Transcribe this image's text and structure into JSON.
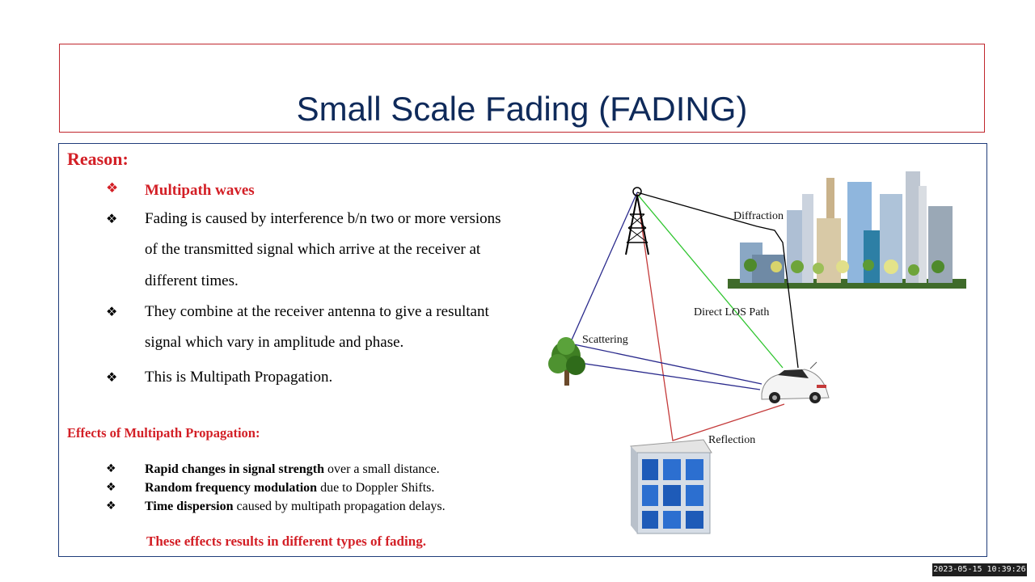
{
  "title": "Small Scale Fading (FADING)",
  "reason": {
    "heading": "Reason:",
    "bullets": [
      {
        "lines": [
          "Multipath waves"
        ]
      },
      {
        "lines": [
          "Fading is caused by interference b/n two or more versions",
          "of the transmitted signal which arrive at the receiver at",
          "different times."
        ]
      },
      {
        "lines": [
          "They combine at the receiver antenna to give a resultant",
          "signal which vary in amplitude and phase."
        ]
      },
      {
        "lines": [
          "This is Multipath Propagation."
        ]
      }
    ]
  },
  "effects": {
    "heading": "Effects of Multipath Propagation:",
    "items": [
      {
        "bold": "Rapid changes in signal strength",
        "rest": " over a small distance."
      },
      {
        "bold": "Random frequency modulation",
        "rest": " due to Doppler Shifts."
      },
      {
        "bold": "Time dispersion",
        "rest": " caused by multipath propagation delays."
      }
    ],
    "conclusion": "These effects results in different types of fading."
  },
  "diagram": {
    "labels": {
      "diffraction": "Diffraction",
      "direct_los": "Direct LOS Path",
      "scattering": "Scattering",
      "reflection": "Reflection"
    },
    "colors": {
      "los": "#2fc52f",
      "reflection": "#c43a3a",
      "scattering": "#2a2a8c",
      "diffraction": "#000000"
    }
  },
  "timestamp": "2023-05-15 10:39:26",
  "bullet_glyph": "❖",
  "colors": {
    "accent_red": "#d31f26",
    "title_blue": "#0f2a5a",
    "frame_blue": "#1f3c7a"
  }
}
